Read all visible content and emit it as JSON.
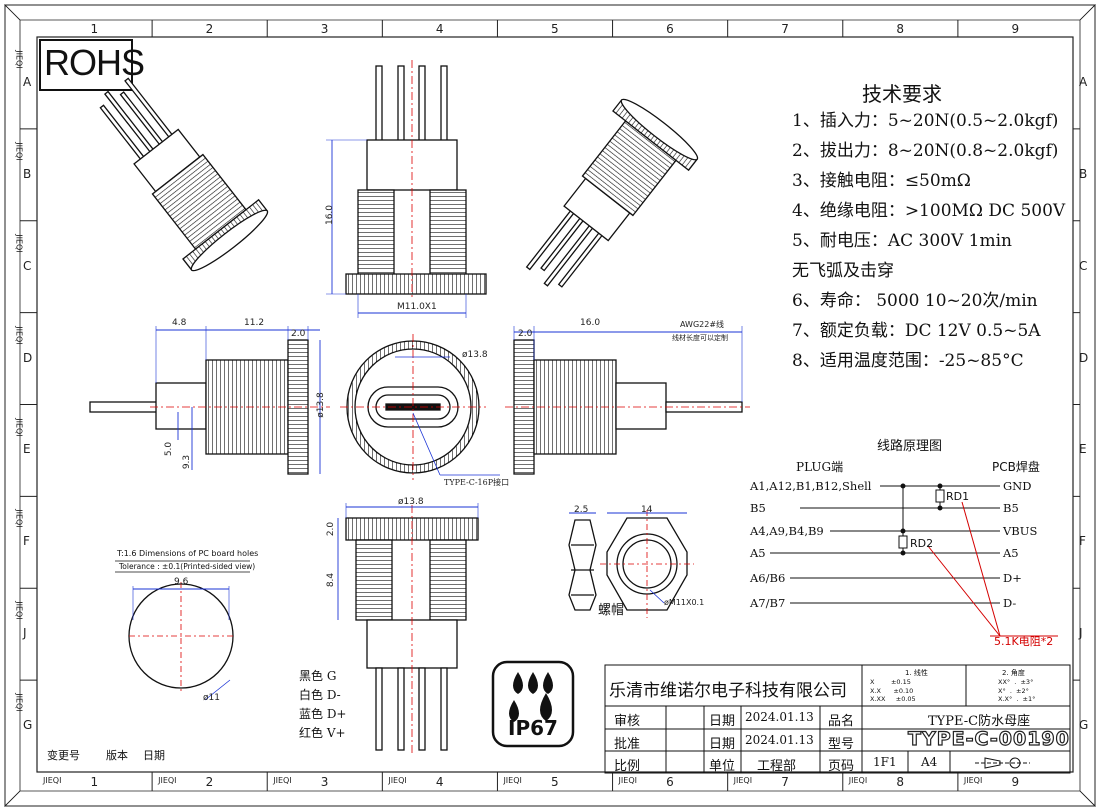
{
  "rohs": "ROHS",
  "zones": {
    "cols": [
      "1",
      "2",
      "3",
      "4",
      "5",
      "6",
      "7",
      "8",
      "9"
    ],
    "rows": [
      "A",
      "B",
      "C",
      "D",
      "E",
      "F",
      "J",
      "G"
    ]
  },
  "jieqi": "JIEQI",
  "requirements": {
    "title": "技术要求",
    "items": [
      "1、插入力：5~20N(0.5~2.0kgf)",
      "2、拔出力：8~20N(0.8~2.0kgf)",
      "3、接触电阻：≤50mΩ",
      "4、绝缘电阻：>100MΩ  DC  500V",
      "5、耐电压：AC  300V  1min",
      "无飞弧及击穿",
      "6、寿命： 5000 10~20次/min",
      "7、额定负载：DC  12V  0.5~5A",
      "8、适用温度范围：-25~85°C"
    ]
  },
  "dims": {
    "top_height": "16.0",
    "top_thread": "M11.0X1",
    "left_4_8": "4.8",
    "left_11_2": "11.2",
    "left_2_0": "2.0",
    "left_dia": "ø13.8",
    "left_5_0": "5.0",
    "left_9_3": "9.3",
    "front_dia": "ø13.8",
    "front_note": "TYPE-C-16P接口",
    "right_2_0": "2.0",
    "right_16_0": "16.0",
    "right_wire": "AWG22#线",
    "right_wire_note": "线材长度可以定制",
    "bottom_dia": "ø13.8",
    "bottom_2_0": "2.0",
    "bottom_8_4": "8.4",
    "nut_2_5": "2.5",
    "nut_14": "14",
    "nut_thread": "øM11X0.1",
    "nut_label": "螺帽",
    "pcb_title": "T:1.6 Dimensions of PC board holes",
    "pcb_tol": "Tolerance : ±0.1(Printed-sided view)",
    "pcb_9_6": "9.6",
    "pcb_dia": "ø11"
  },
  "wires": [
    {
      "label": "黑色 G"
    },
    {
      "label": "白色 D-"
    },
    {
      "label": "蓝色 D+"
    },
    {
      "label": "红色 V+"
    }
  ],
  "ip_badge": "IP67",
  "schematic": {
    "title": "线路原理图",
    "plug_header": "PLUG端",
    "pcb_header": "PCB焊盘",
    "left": [
      "A1,A12,B1,B12,Shell",
      "B5",
      "A4,A9,B4,B9",
      "A5",
      "A6/B6",
      "A7/B7"
    ],
    "right": [
      "GND",
      "B5",
      "VBUS",
      "A5",
      "D+",
      "D-"
    ],
    "rd1": "RD1",
    "rd2": "RD2",
    "resistor_note": "5.1K电阻*2",
    "note_color": "#d40000"
  },
  "revision": {
    "change_no": "变更号",
    "version": "版本",
    "date": "日期"
  },
  "title_block": {
    "company": "乐清市维诺尔电子科技有限公司",
    "tol_header1": "1. 线性",
    "tol_header2": "2. 角度",
    "tol_lines1": [
      "X        ±0.15",
      "X.X      ±0.10",
      "X.XX     ±0.05"
    ],
    "tol_lines2": [
      "XX°  .  ±3°",
      "X°  .  ±2°",
      "X.X°  .  ±1°"
    ],
    "reviewer_label": "审核",
    "approver_label": "批准",
    "scale_label": "比例",
    "date_label": "日期",
    "date1": "2024.01.13",
    "date2": "2024.01.13",
    "unit_label": "单位",
    "unit_value": "工程部",
    "name_label": "品名",
    "name_value": "TYPE-C防水母座",
    "model_label": "型号",
    "model_value": "TYPE-C-00190",
    "page_label": "页码",
    "page_value": "1F1",
    "size_value": "A4"
  }
}
